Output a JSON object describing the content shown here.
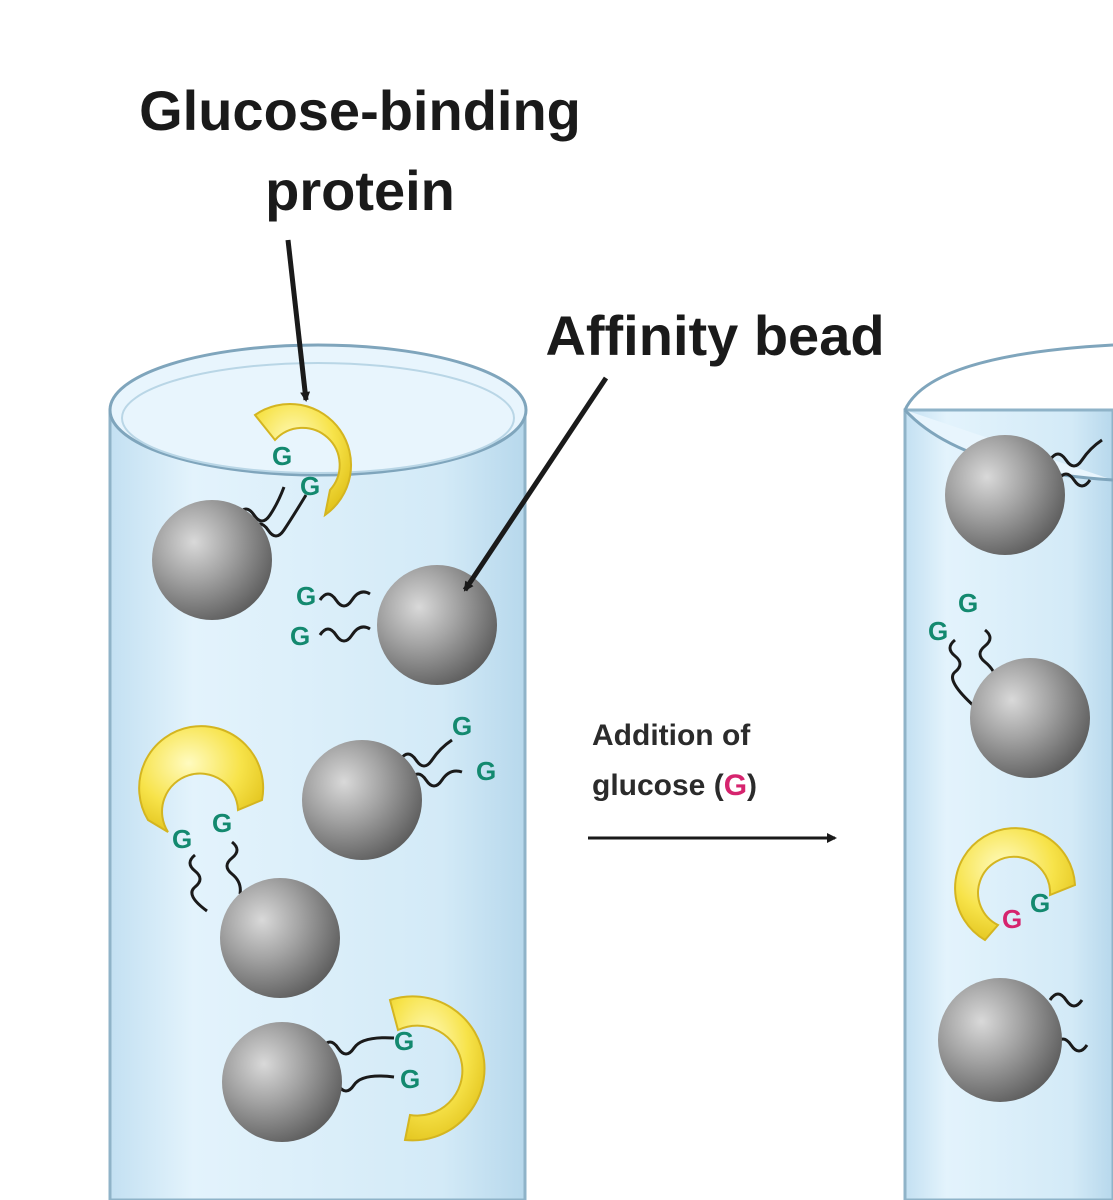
{
  "labels": {
    "protein_line1": "Glucose-binding",
    "protein_line2": "protein",
    "bead": "Affinity bead",
    "addition_line1": "Addition of",
    "addition_line2_prefix": "glucose (",
    "addition_line2_g": "G",
    "addition_line2_suffix": ")"
  },
  "glucose_symbol": "G",
  "colors": {
    "column_fill": "#d6ecf8",
    "column_edge": "#8fb3c8",
    "bead": "#8e8e8e",
    "protein": "#f5e04a",
    "bound_glucose": "#13896f",
    "free_glucose": "#d6246e",
    "arrow": "#1a1a1a"
  }
}
